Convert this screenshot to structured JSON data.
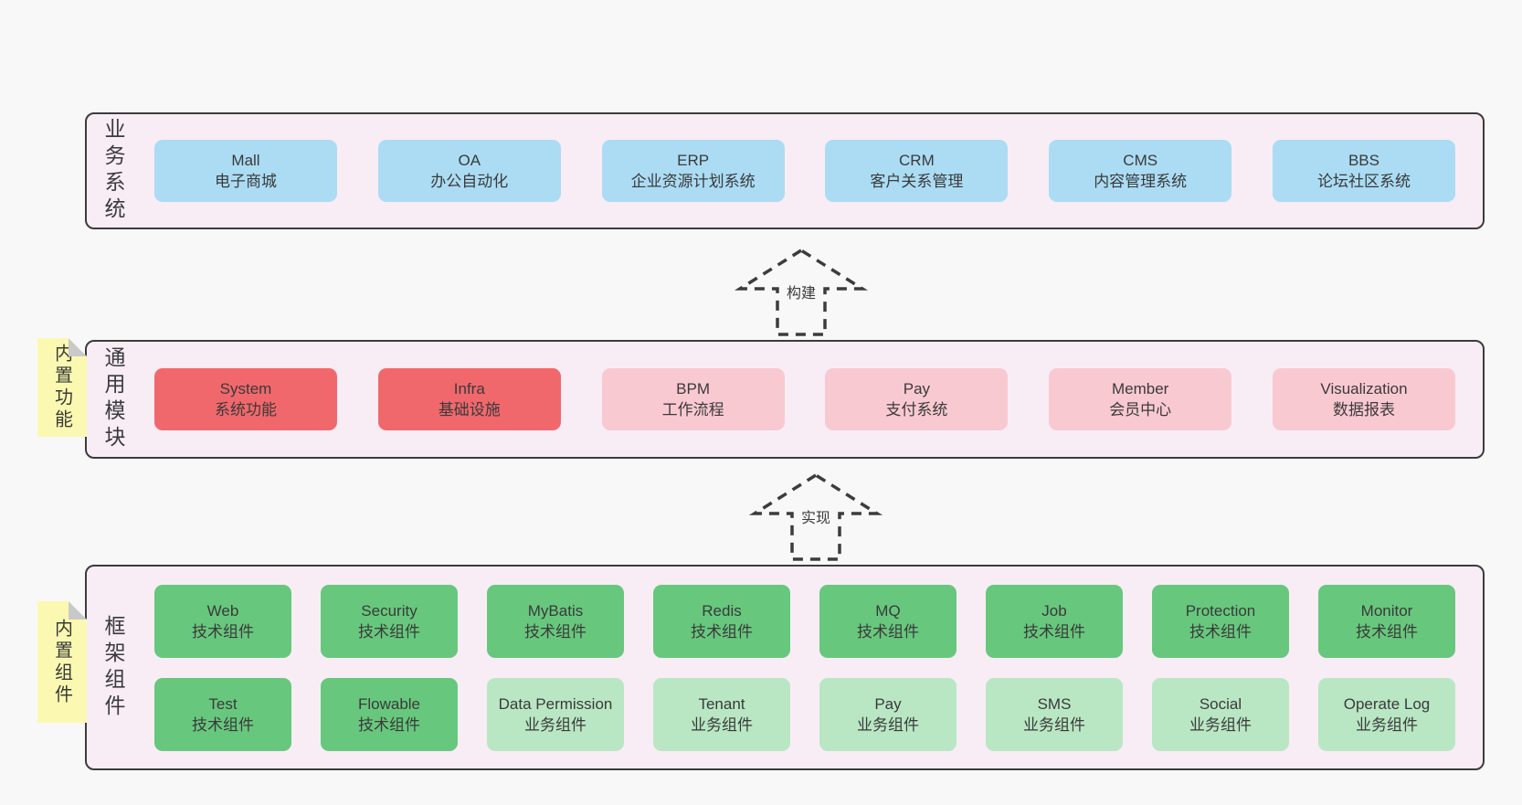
{
  "colors": {
    "page_bg": "#f8f8f8",
    "panel_bg": "#f8edf5",
    "panel_border": "#3c3c3c",
    "box_blue": "#abdcf4",
    "box_red": "#f1686c",
    "box_pink": "#f9c9d2",
    "box_green": "#67c87d",
    "box_light_green": "#b9e7c4",
    "tab_yellow": "#fbf9b1",
    "tab_fold_gray": "#c9c9c9",
    "text": "#3a3a3a"
  },
  "sections": [
    {
      "side_label": "业务系统",
      "rows": [
        [
          {
            "en": "Mall",
            "zh": "电子商城"
          },
          {
            "en": "OA",
            "zh": "办公自动化"
          },
          {
            "en": "ERP",
            "zh": "企业资源计划系统"
          },
          {
            "en": "CRM",
            "zh": "客户关系管理"
          },
          {
            "en": "CMS",
            "zh": "内容管理系统"
          },
          {
            "en": "BBS",
            "zh": "论坛社区系统"
          }
        ]
      ]
    },
    {
      "side_label": "通用模块",
      "tab_label": "内置功能",
      "rows": [
        [
          {
            "en": "System",
            "zh": "系统功能"
          },
          {
            "en": "Infra",
            "zh": "基础设施"
          },
          {
            "en": "BPM",
            "zh": "工作流程"
          },
          {
            "en": "Pay",
            "zh": "支付系统"
          },
          {
            "en": "Member",
            "zh": "会员中心"
          },
          {
            "en": "Visualization",
            "zh": "数据报表"
          }
        ]
      ]
    },
    {
      "side_label": "框架组件",
      "tab_label": "内置组件",
      "rows": [
        [
          {
            "en": "Web",
            "zh": "技术组件"
          },
          {
            "en": "Security",
            "zh": "技术组件"
          },
          {
            "en": "MyBatis",
            "zh": "技术组件"
          },
          {
            "en": "Redis",
            "zh": "技术组件"
          },
          {
            "en": "MQ",
            "zh": "技术组件"
          },
          {
            "en": "Job",
            "zh": "技术组件"
          },
          {
            "en": "Protection",
            "zh": "技术组件"
          },
          {
            "en": "Monitor",
            "zh": "技术组件"
          }
        ],
        [
          {
            "en": "Test",
            "zh": "技术组件"
          },
          {
            "en": "Flowable",
            "zh": "技术组件"
          },
          {
            "en": "Data Permission",
            "zh": "业务组件"
          },
          {
            "en": "Tenant",
            "zh": "业务组件"
          },
          {
            "en": "Pay",
            "zh": "业务组件"
          },
          {
            "en": "SMS",
            "zh": "业务组件"
          },
          {
            "en": "Social",
            "zh": "业务组件"
          },
          {
            "en": "Operate Log",
            "zh": "业务组件"
          }
        ]
      ]
    }
  ],
  "arrows": [
    {
      "label": "构建"
    },
    {
      "label": "实现"
    }
  ]
}
